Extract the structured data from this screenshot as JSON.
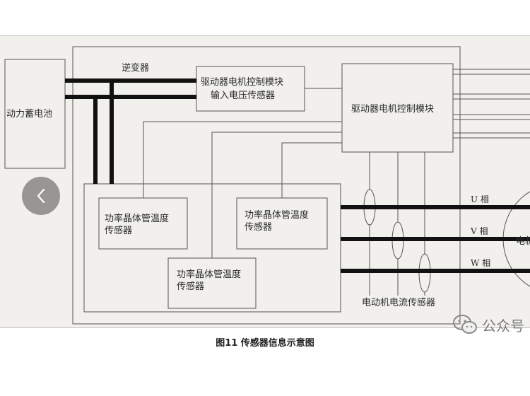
{
  "diagram": {
    "battery": "动力蓄电池",
    "inverter": "逆变器",
    "input_sensor_line1": "驱动器电机控制模块",
    "input_sensor_line2": "输入电压传感器",
    "control_module": "驱动器电机控制模块",
    "temp_sensor_1_line1": "功率晶体管温度",
    "temp_sensor_1_line2": "传感器",
    "temp_sensor_2_line1": "功率晶体管温度",
    "temp_sensor_2_line2": "传感器",
    "temp_sensor_3_line1": "功率晶体管温度",
    "temp_sensor_3_line2": "传感器",
    "phase_u": "U 相",
    "phase_v": "V 相",
    "phase_w": "W 相",
    "motor_partial": "电机",
    "current_sensor": "电动机电流传感器"
  },
  "caption": "图11 传感器信息示意图",
  "watermark": "公众号",
  "icons": {
    "back": "chevron-left-icon",
    "watermark_logo": "wechat-icon"
  },
  "colors": {
    "paper": "#f1f0ec",
    "line": "#555555",
    "bus": "#111111",
    "text": "#2a2a2a"
  }
}
